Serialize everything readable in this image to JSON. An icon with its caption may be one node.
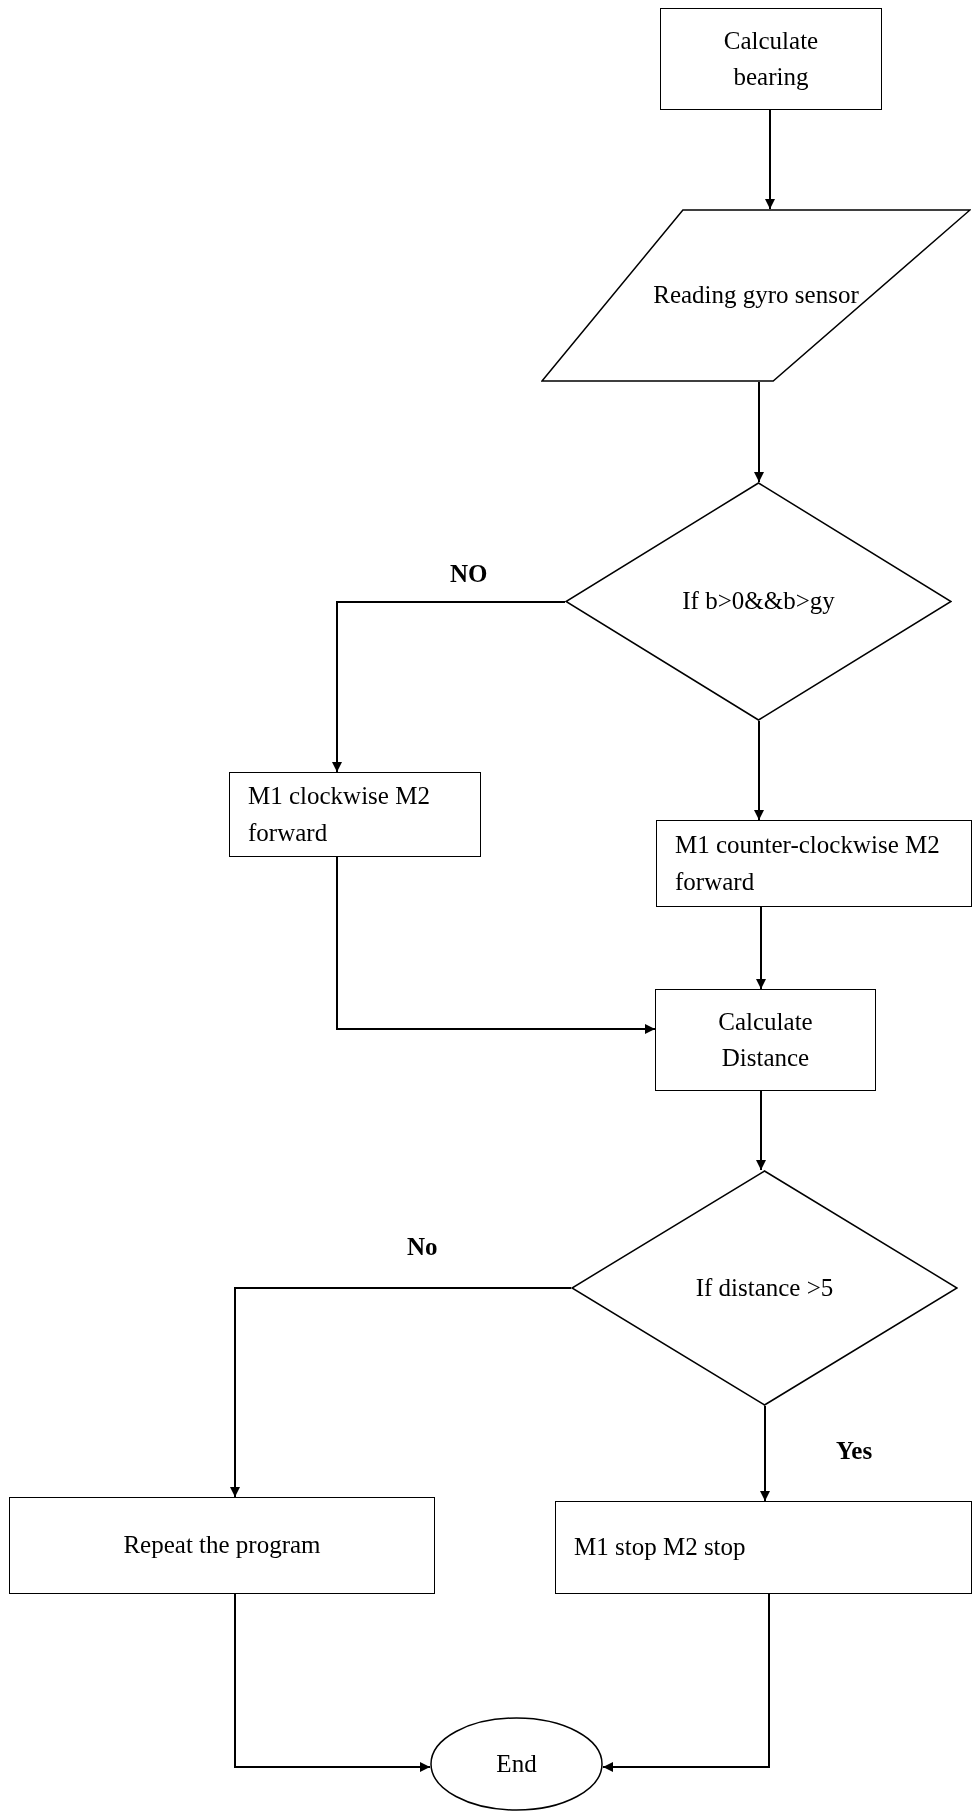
{
  "diagram": {
    "nodes": [
      {
        "text": [
          "Calculate bearing"
        ]
      },
      {
        "text": [
          "Reading gyro sensor"
        ]
      },
      {
        "text": [
          "If b>0&&b>gy"
        ]
      },
      {
        "text": [
          "M1 clockwise M2 forward"
        ]
      },
      {
        "text": [
          "M1 counter-clockwise M2 forward"
        ]
      },
      {
        "text": [
          "Calculate Distance"
        ]
      },
      {
        "text": [
          "If distance >5"
        ]
      },
      {
        "text": [
          "Repeat the program"
        ]
      },
      {
        "text": [
          "M1 stop M2 stop"
        ]
      },
      {
        "text": [
          "End"
        ]
      }
    ],
    "edges": [
      {
        "from": 0,
        "to": 1,
        "arrow": "to"
      },
      {
        "from": 1,
        "to": 2,
        "arrow": "to"
      },
      {
        "from": 2,
        "to": 3,
        "arrow": "to",
        "label": "NO"
      },
      {
        "from": 2,
        "to": 4,
        "arrow": "to"
      },
      {
        "from": 4,
        "to": 5,
        "arrow": "to"
      },
      {
        "from": 3,
        "to": 5,
        "arrow": "to"
      },
      {
        "from": 5,
        "to": 6,
        "arrow": "to"
      },
      {
        "from": 6,
        "to": 7,
        "arrow": "to",
        "label": "No"
      },
      {
        "from": 6,
        "to": 8,
        "arrow": "to",
        "label": "Yes"
      },
      {
        "from": 7,
        "to": 9,
        "arrow": "to"
      },
      {
        "from": 8,
        "to": 9,
        "arrow": "to"
      }
    ]
  }
}
